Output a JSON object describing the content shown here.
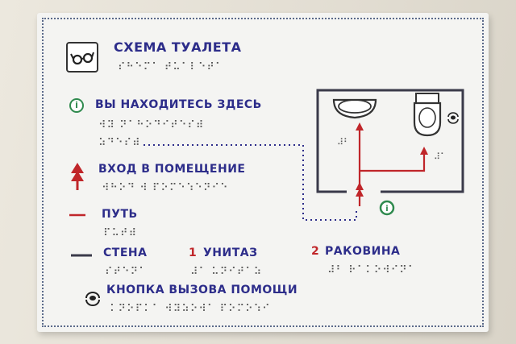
{
  "sign": {
    "title": "СХЕМА ТУАЛЕТА",
    "legend": {
      "you_are_here": "ВЫ НАХОДИТЕСЬ ЗДЕСЬ",
      "entrance": "ВХОД В ПОМЕЩЕНИЕ",
      "path": "ПУТЬ",
      "wall": "СТЕНА",
      "toilet_num": "1",
      "toilet": "УНИТАЗ",
      "sink_num": "2",
      "sink": "РАКОВИНА",
      "call_button": "КНОПКА ВЫЗОВА ПОМОЩИ"
    },
    "info_symbol": "i",
    "icons": [
      "glasses-icon",
      "info-icon",
      "arrow-up-icon",
      "call-button-icon"
    ],
    "colors": {
      "text": "#2d2d8a",
      "accent_red": "#c0262a",
      "info_green": "#2f8a4e",
      "wall_line": "#3a3a4a",
      "background": "#f4f4f2"
    }
  }
}
